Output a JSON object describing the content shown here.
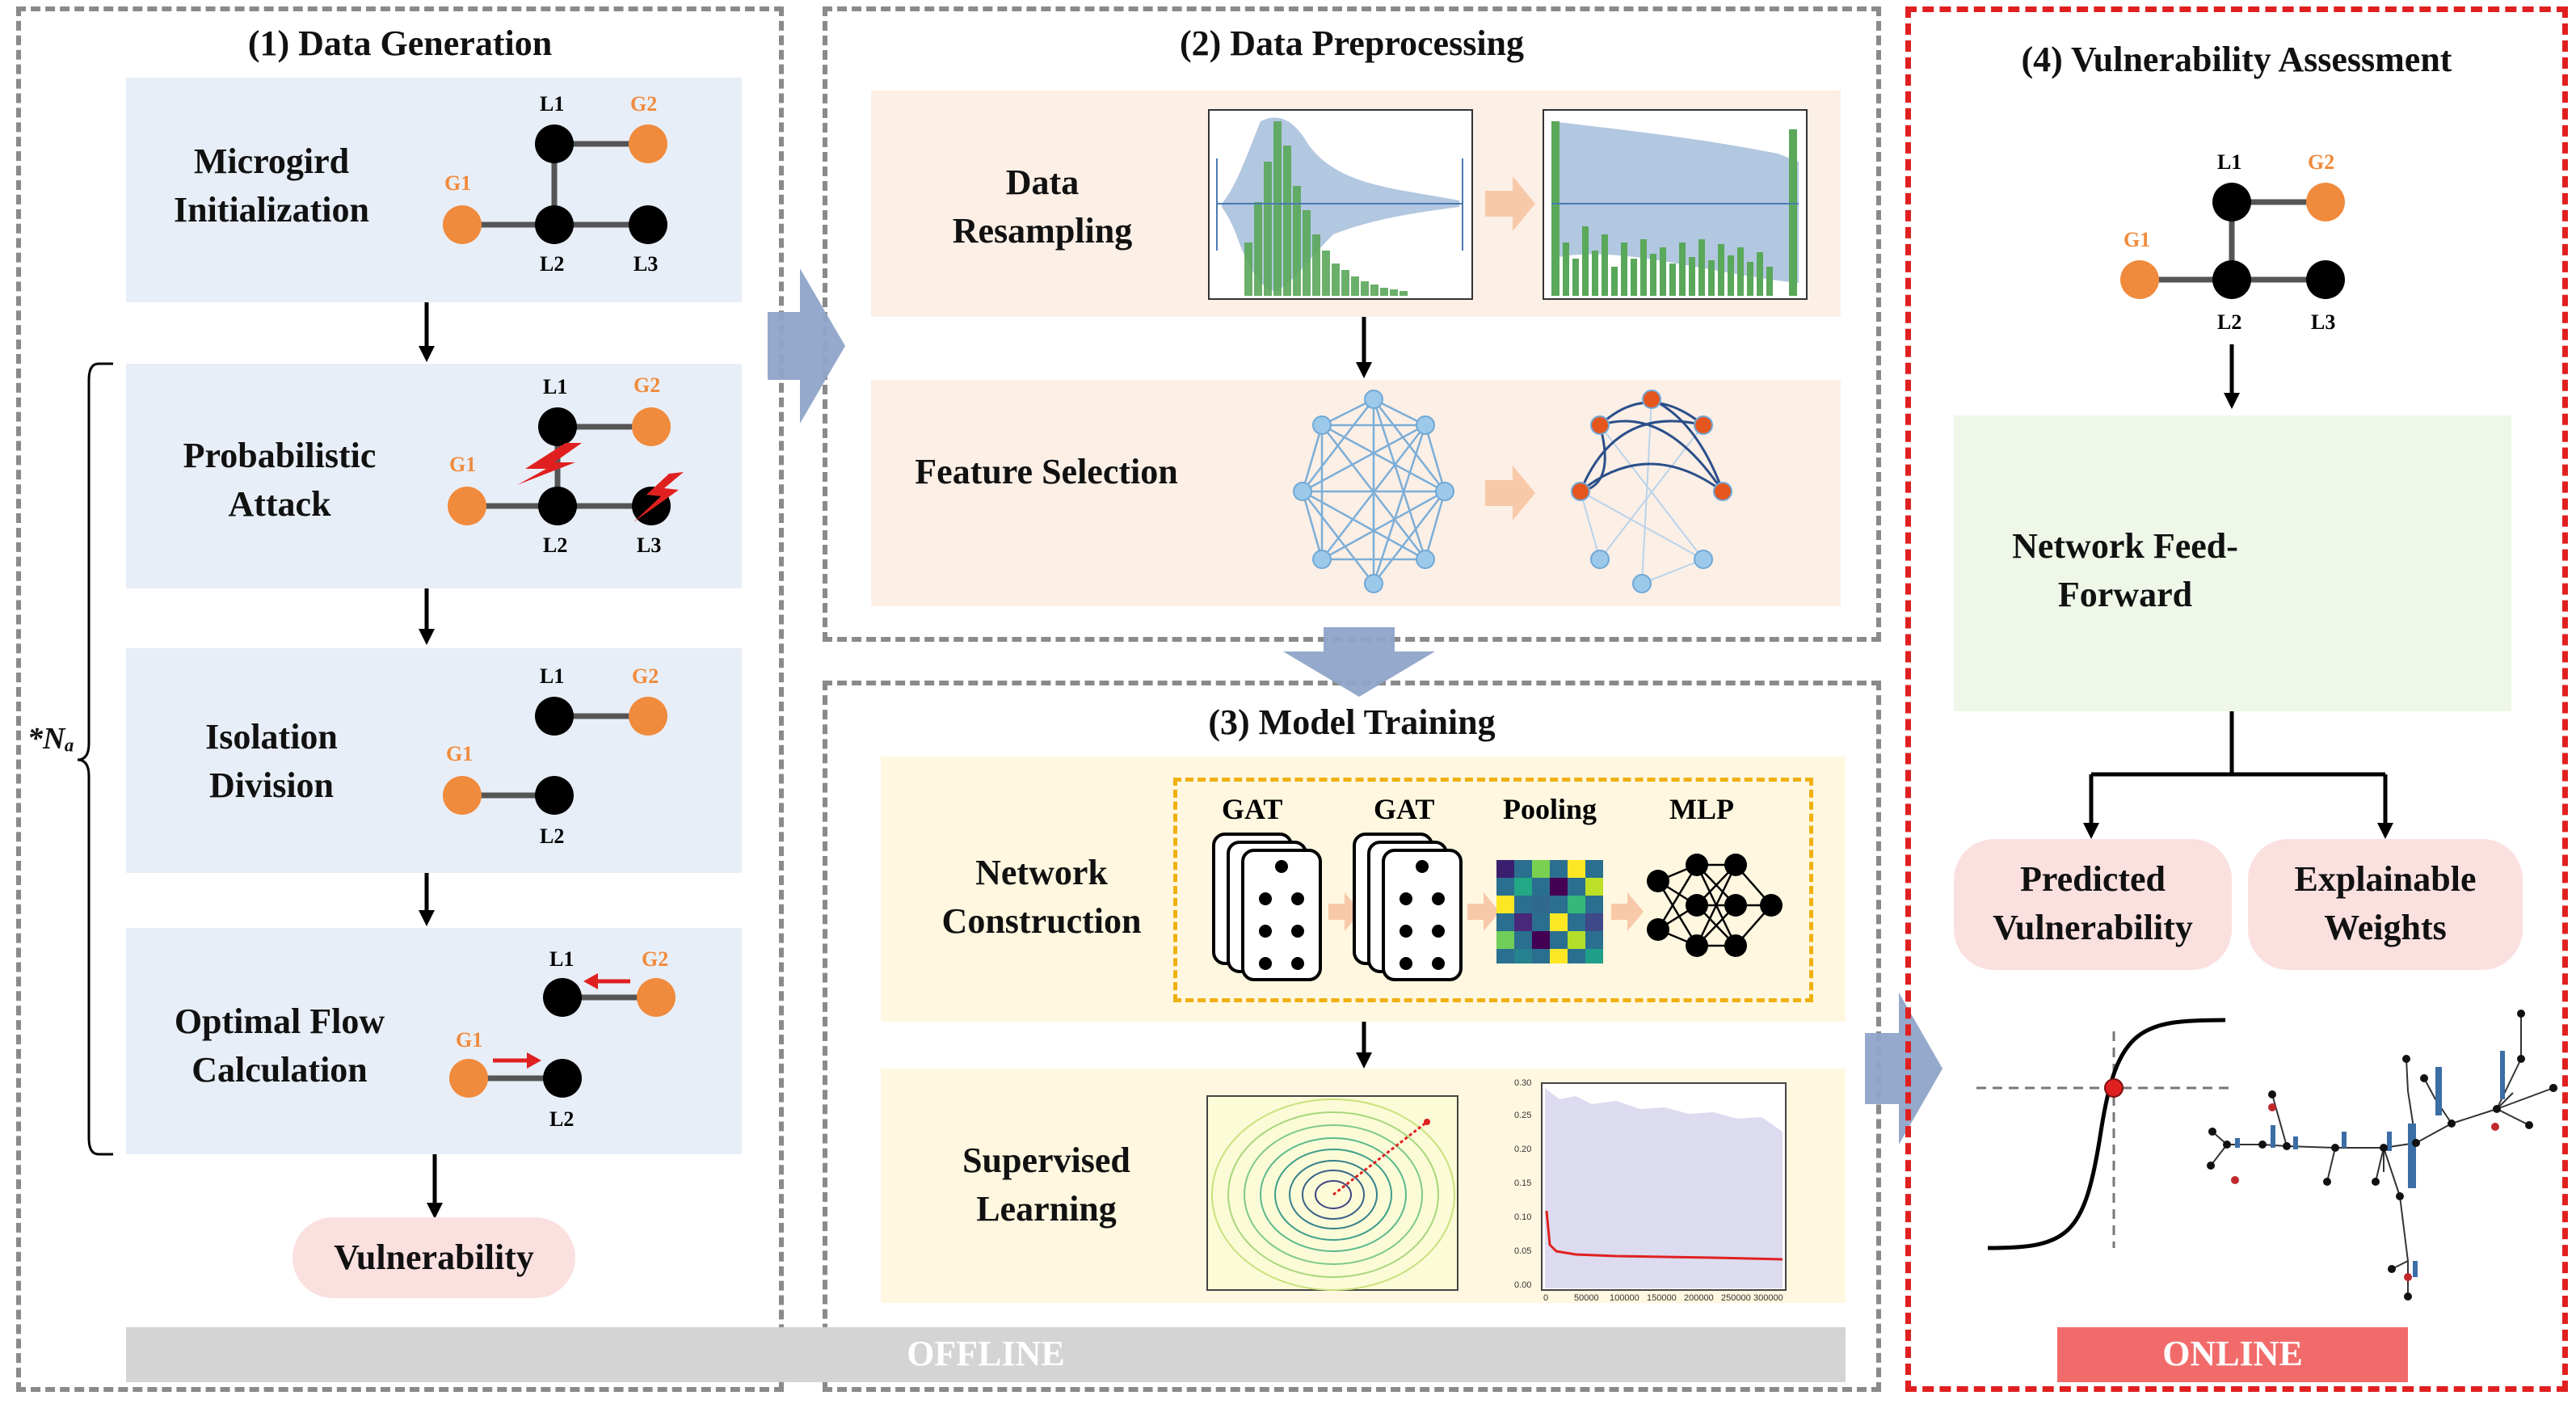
{
  "sections": {
    "gen": {
      "title": "(1) Data Generation"
    },
    "pre": {
      "title": "(2) Data Preprocessing"
    },
    "train": {
      "title": "(3) Model Training"
    },
    "vuln": {
      "title": "(4) Vulnerability Assessment"
    }
  },
  "gen_steps": [
    "Microgird Initialization",
    "Probabilistic Attack",
    "Isolation Division",
    "Optimal Flow Calculation"
  ],
  "repeat_label": "*Nₐ",
  "gen_output": "Vulnerability",
  "pre_steps": [
    "Data Resampling",
    "Feature Selection"
  ],
  "train_steps": [
    "Network Construction",
    "Supervised Learning"
  ],
  "model_blocks": [
    "GAT",
    "GAT",
    "Pooling",
    "MLP"
  ],
  "vuln_step": "Network Feed-Forward",
  "outputs": [
    "Predicted Vulnerability",
    "Explainable Weights"
  ],
  "phase_labels": {
    "offline": "OFFLINE",
    "online": "ONLINE"
  },
  "node_labels": {
    "g1": "G1",
    "g2": "G2",
    "l1": "L1",
    "l2": "L2",
    "l3": "L3"
  },
  "loss_axis": {
    "y_ticks": [
      "0.30",
      "0.25",
      "0.20",
      "0.15",
      "0.10",
      "0.05",
      "0.00"
    ],
    "x_ticks": [
      "0",
      "50000",
      "100000",
      "150000",
      "200000",
      "250000",
      "300000"
    ]
  },
  "colors": {
    "orange": "#f08a3c",
    "node": "#000000",
    "red": "#e02020",
    "arrow": "#8ea4c8",
    "online": "#f26b6b",
    "offline": "#d4d4d4"
  }
}
